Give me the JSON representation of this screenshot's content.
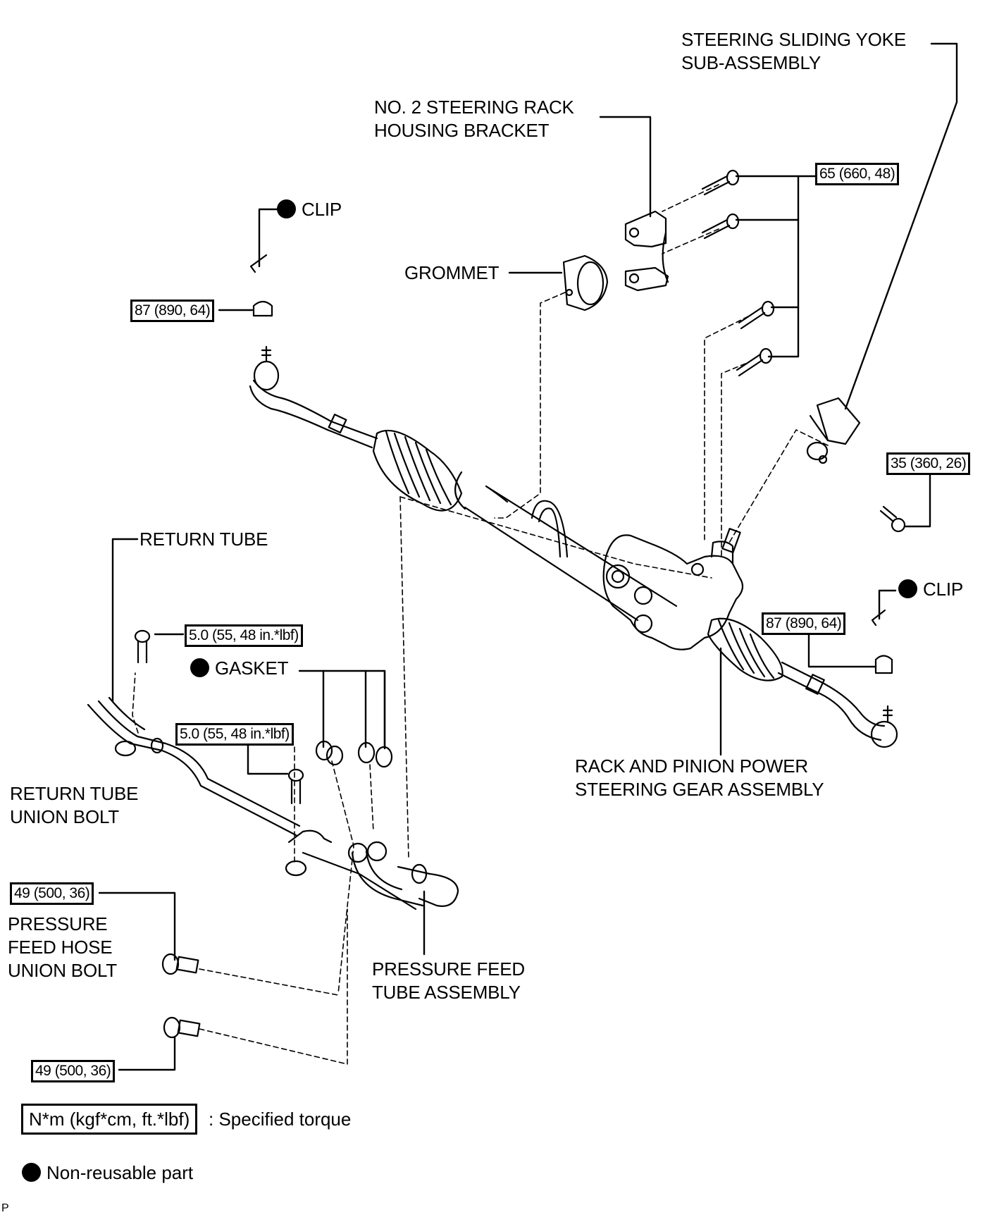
{
  "diagram": {
    "labels": {
      "sliding_yoke": [
        "STEERING SLIDING YOKE",
        "SUB-ASSEMBLY"
      ],
      "bracket": [
        "NO. 2 STEERING RACK",
        "HOUSING BRACKET"
      ],
      "clip_left": "CLIP",
      "grommet": "GROMMET",
      "clip_right": "CLIP",
      "return_tube": "RETURN TUBE",
      "gasket": "GASKET",
      "rack_pinion": [
        "RACK AND PINION POWER",
        "STEERING GEAR ASSEMBLY"
      ],
      "return_tube_union_bolt": [
        "RETURN TUBE",
        "UNION BOLT"
      ],
      "pressure_feed_hose_union_bolt": [
        "PRESSURE",
        "FEED HOSE",
        "UNION BOLT"
      ],
      "pressure_feed_tube": [
        "PRESSURE FEED",
        "TUBE ASSEMBLY"
      ]
    },
    "torques": {
      "bracket_bolts": "65 (660, 48)",
      "tie_rod_nut_left": "87 (890, 64)",
      "yoke_bolt": "35 (360, 26)",
      "tie_rod_nut_right": "87 (890, 64)",
      "return_tube_bolt_upper": "5.0 (55, 48 in.*lbf)",
      "return_tube_bolt_lower": "5.0 (55, 48 in.*lbf)",
      "pressure_union_bolt_upper": "49 (500, 36)",
      "pressure_union_bolt_lower": "49 (500, 36)"
    },
    "non_reusable_parts": [
      "CLIP",
      "CLIP",
      "GASKET"
    ]
  },
  "legend": {
    "torque_unit": "N*m (kgf*cm, ft.*lbf)",
    "torque_desc": ": Specified torque",
    "non_reusable": "Non-reusable part"
  },
  "corner_code": "P"
}
